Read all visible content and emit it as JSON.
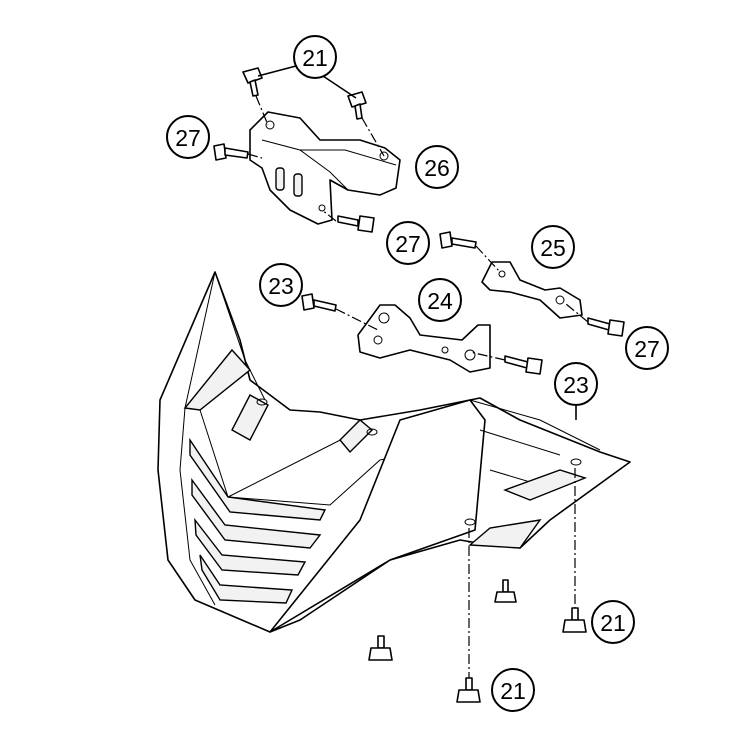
{
  "diagram": {
    "callouts": [
      {
        "id": "c1",
        "label": "21"
      },
      {
        "id": "c2",
        "label": "27"
      },
      {
        "id": "c3",
        "label": "26"
      },
      {
        "id": "c4",
        "label": "27"
      },
      {
        "id": "c5",
        "label": "25"
      },
      {
        "id": "c6",
        "label": "23"
      },
      {
        "id": "c7",
        "label": "24"
      },
      {
        "id": "c8",
        "label": "27"
      },
      {
        "id": "c9",
        "label": "23"
      },
      {
        "id": "c10",
        "label": "21"
      },
      {
        "id": "c11",
        "label": "21"
      }
    ]
  }
}
